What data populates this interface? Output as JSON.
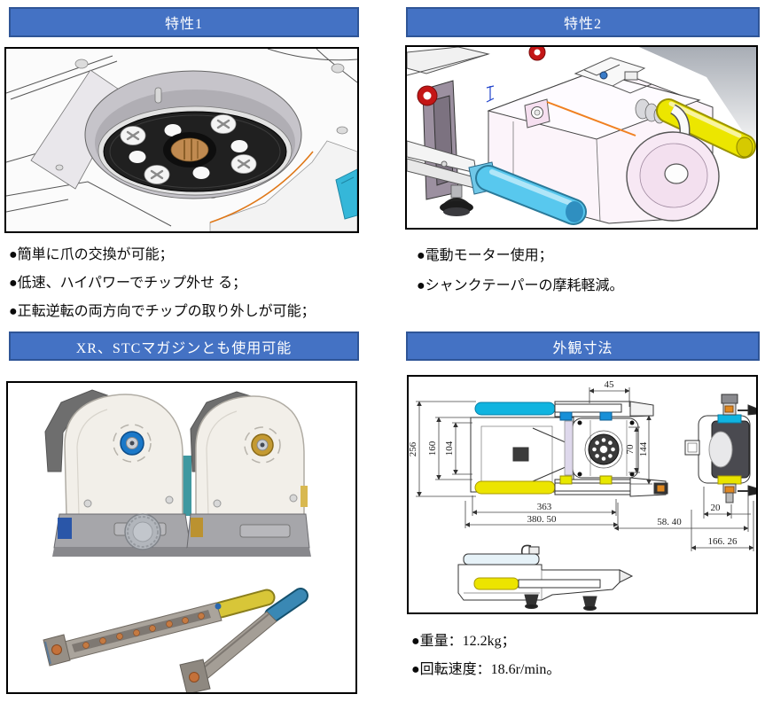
{
  "colors": {
    "banner_fill": "#4472C4",
    "banner_border": "#2F5597",
    "banner_text": "#FFFFFF",
    "panel_border": "#000000",
    "accent_cyan": "#29B9E8",
    "accent_yellow": "#E8E000",
    "accent_orange": "#E8821E",
    "accent_red": "#C01818",
    "accent_blue": "#1878C8",
    "accent_gold": "#C49A32",
    "accent_brass": "#C08A50"
  },
  "feature1": {
    "title": "特性1",
    "bullets": [
      "●簡単に爪の交換が可能；",
      "●低速、ハイパワーでチップ外せ る；",
      "●正転逆転の両方向でチップの取り外しが可能；"
    ]
  },
  "feature2": {
    "title": "特性2",
    "bullets": [
      "●電動モーター使用；",
      "●シャンクテーパーの摩耗軽減。"
    ]
  },
  "magazine": {
    "title": "XR、STCマガジンとも使用可能"
  },
  "dimensions": {
    "title": "外観寸法",
    "bullets": [
      "●重量：12.2kg；",
      "●回転速度：18.6r/min。"
    ],
    "labels": {
      "d45": "45",
      "d256": "256",
      "d160": "160",
      "d104": "104",
      "d70": "70",
      "d144": "144",
      "d363": "363",
      "d380": "380. 50",
      "d58": "58. 40",
      "d20": "20",
      "d166": "166. 26"
    }
  }
}
